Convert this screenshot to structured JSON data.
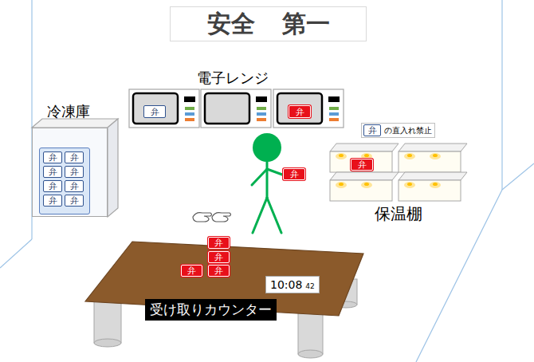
{
  "diagram": {
    "nodes": [
      {
        "text": [
          "安全",
          "第一"
        ]
      },
      {
        "text": [
          "冷凍庫"
        ]
      },
      {
        "text": [
          "弁"
        ],
        "in": 1
      },
      {
        "text": [
          "弁"
        ],
        "in": 1
      },
      {
        "text": [
          "弁"
        ],
        "in": 1
      },
      {
        "text": [
          "弁"
        ],
        "in": 1
      },
      {
        "text": [
          "弁"
        ],
        "in": 1
      },
      {
        "text": [
          "弁"
        ],
        "in": 1
      },
      {
        "text": [
          "弁"
        ],
        "in": 1
      },
      {
        "text": [
          "弁"
        ],
        "in": 1
      },
      {
        "text": [
          "弁"
        ]
      },
      {
        "text": [
          "弁"
        ]
      },
      {
        "text": [
          "の直入れ禁止"
        ]
      },
      {
        "text": [
          "弁"
        ],
        "in": 12
      },
      {
        "text": [
          "保温棚"
        ]
      },
      {
        "text": [
          "弁"
        ],
        "in": 14
      },
      {
        "text": [
          "弁"
        ]
      },
      {
        "text": [
          "受け取りカウンター"
        ]
      },
      {
        "text": [
          "弁"
        ],
        "in": 17
      },
      {
        "text": [
          "弁"
        ],
        "in": 17
      },
      {
        "text": [
          "弁"
        ],
        "in": 17
      },
      {
        "text": [
          "弁"
        ],
        "in": 17
      },
      {
        "text": [
          "10:08",
          "42"
        ],
        "in": 17
      }
    ],
    "labels": [
      "電子レンジ"
    ]
  }
}
